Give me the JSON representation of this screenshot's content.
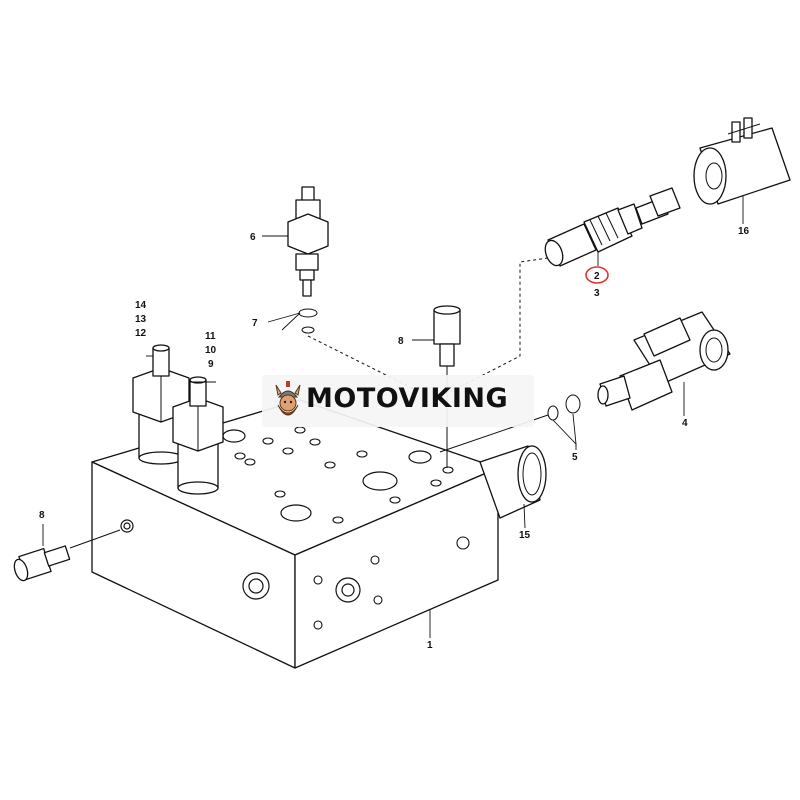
{
  "watermark": {
    "brand_text": "MOTOVIKING",
    "emblem": "viking-head-icon",
    "colors": {
      "emblem_primary": "#a0522d",
      "emblem_secondary": "#c0392b",
      "text": "#111111"
    }
  },
  "callouts": {
    "item_1": "1",
    "item_2": "2",
    "item_3": "3",
    "item_4": "4",
    "item_5": "5",
    "item_6": "6",
    "item_7": "7",
    "item_8_top": "8",
    "item_8_left": "8",
    "item_9": "9",
    "item_10": "10",
    "item_11": "11",
    "item_12": "12",
    "item_13": "13",
    "item_14": "14",
    "item_15": "15",
    "item_16": "16"
  },
  "highlight": {
    "callout": "2",
    "color": "#e53030"
  }
}
